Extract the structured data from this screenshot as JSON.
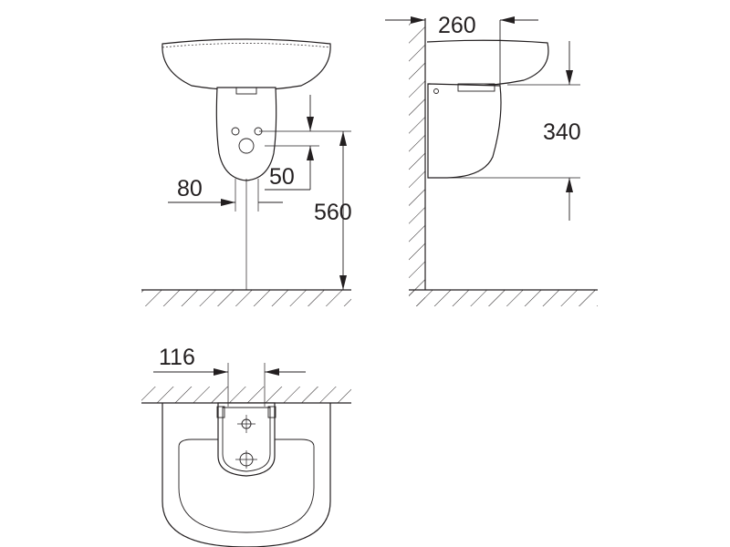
{
  "dimensions": {
    "front_trap_offset": "80",
    "front_drain_height": "50",
    "front_basin_height": "560",
    "side_depth": "260",
    "side_pedestal_height": "340",
    "top_pedestal_width": "116"
  },
  "colors": {
    "line": "#231f20",
    "background": "#ffffff"
  }
}
